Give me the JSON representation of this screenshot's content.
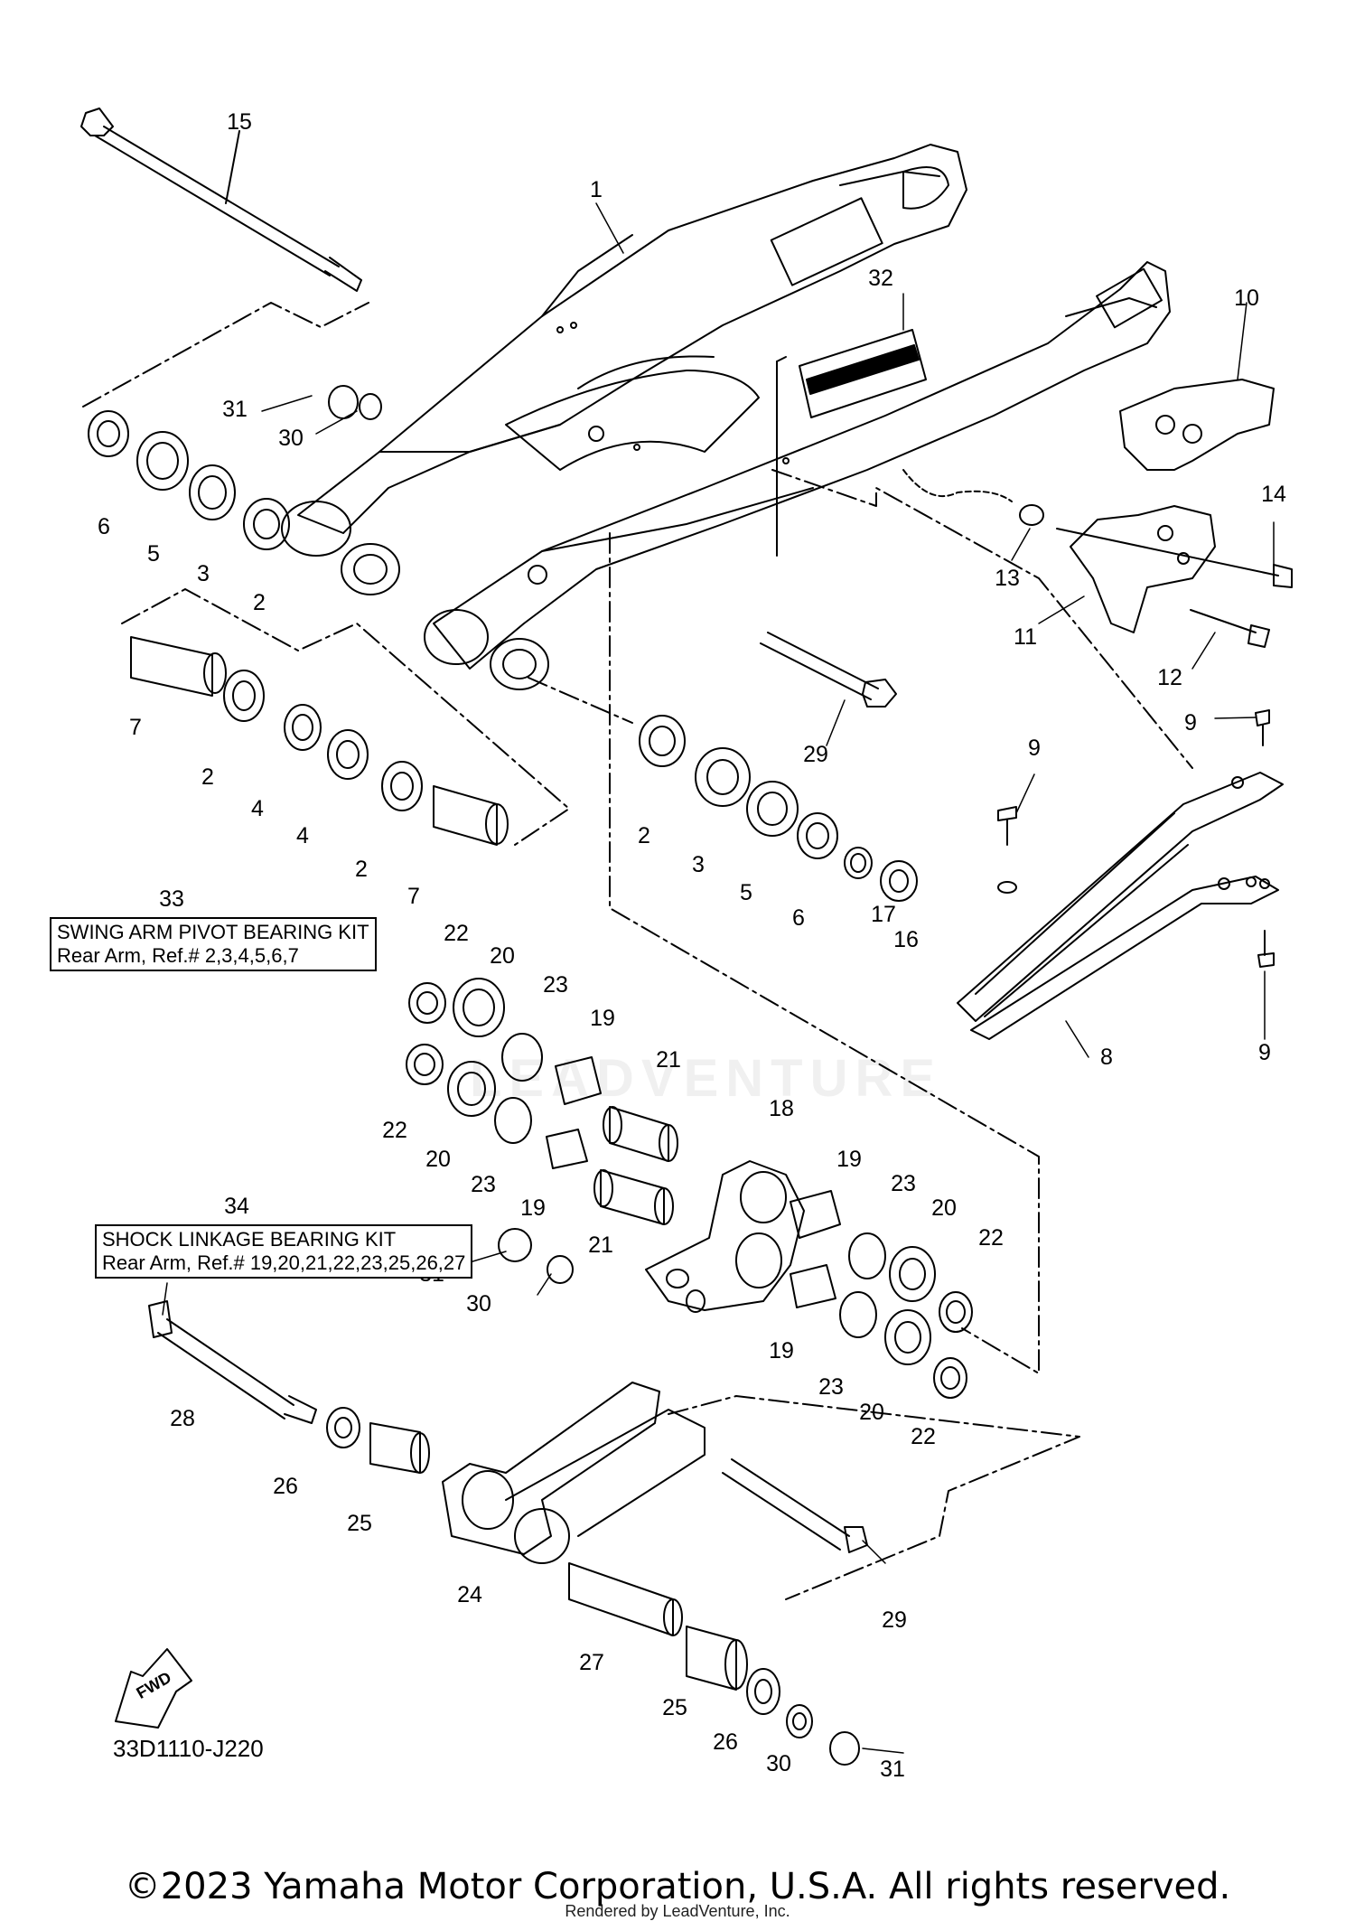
{
  "callouts": [
    {
      "id": "c15",
      "label": "15"
    },
    {
      "id": "c1",
      "label": "1"
    },
    {
      "id": "c32",
      "label": "32"
    },
    {
      "id": "c10",
      "label": "10"
    },
    {
      "id": "c31a",
      "label": "31"
    },
    {
      "id": "c30a",
      "label": "30"
    },
    {
      "id": "c6a",
      "label": "6"
    },
    {
      "id": "c5a",
      "label": "5"
    },
    {
      "id": "c3a",
      "label": "3"
    },
    {
      "id": "c2a",
      "label": "2"
    },
    {
      "id": "c14",
      "label": "14"
    },
    {
      "id": "c13",
      "label": "13"
    },
    {
      "id": "c11",
      "label": "11"
    },
    {
      "id": "c12",
      "label": "12"
    },
    {
      "id": "c7a",
      "label": "7"
    },
    {
      "id": "c2b",
      "label": "2"
    },
    {
      "id": "c4a",
      "label": "4"
    },
    {
      "id": "c4b",
      "label": "4"
    },
    {
      "id": "c2c",
      "label": "2"
    },
    {
      "id": "c7b",
      "label": "7"
    },
    {
      "id": "c29a",
      "label": "29"
    },
    {
      "id": "c9a",
      "label": "9"
    },
    {
      "id": "c9b",
      "label": "9"
    },
    {
      "id": "c2d",
      "label": "2"
    },
    {
      "id": "c3b",
      "label": "3"
    },
    {
      "id": "c5b",
      "label": "5"
    },
    {
      "id": "c6b",
      "label": "6"
    },
    {
      "id": "c17",
      "label": "17"
    },
    {
      "id": "c16",
      "label": "16"
    },
    {
      "id": "c33",
      "label": "33"
    },
    {
      "id": "c22a",
      "label": "22"
    },
    {
      "id": "c20a",
      "label": "20"
    },
    {
      "id": "c23a",
      "label": "23"
    },
    {
      "id": "c19a",
      "label": "19"
    },
    {
      "id": "c8",
      "label": "8"
    },
    {
      "id": "c9c",
      "label": "9"
    },
    {
      "id": "c22b",
      "label": "22"
    },
    {
      "id": "c20b",
      "label": "20"
    },
    {
      "id": "c23b",
      "label": "23"
    },
    {
      "id": "c21a",
      "label": "21"
    },
    {
      "id": "c18",
      "label": "18"
    },
    {
      "id": "c19b",
      "label": "19"
    },
    {
      "id": "c21b",
      "label": "21"
    },
    {
      "id": "c19c",
      "label": "19"
    },
    {
      "id": "c23c",
      "label": "23"
    },
    {
      "id": "c20c",
      "label": "20"
    },
    {
      "id": "c22c",
      "label": "22"
    },
    {
      "id": "c19d",
      "label": "19"
    },
    {
      "id": "c23d",
      "label": "23"
    },
    {
      "id": "c20d",
      "label": "20"
    },
    {
      "id": "c22d",
      "label": "22"
    },
    {
      "id": "c34",
      "label": "34"
    },
    {
      "id": "c28",
      "label": "28"
    },
    {
      "id": "c31b",
      "label": "31"
    },
    {
      "id": "c30b",
      "label": "30"
    },
    {
      "id": "c26a",
      "label": "26"
    },
    {
      "id": "c25a",
      "label": "25"
    },
    {
      "id": "c24",
      "label": "24"
    },
    {
      "id": "c29b",
      "label": "29"
    },
    {
      "id": "c27",
      "label": "27"
    },
    {
      "id": "c25b",
      "label": "25"
    },
    {
      "id": "c26b",
      "label": "26"
    },
    {
      "id": "c30c",
      "label": "30"
    },
    {
      "id": "c31c",
      "label": "31"
    }
  ],
  "kits": {
    "swing_arm": {
      "line1": "SWING ARM PIVOT BEARING KIT",
      "line2": "Rear Arm, Ref.# 2,3,4,5,6,7"
    },
    "shock_linkage": {
      "line1": "SHOCK LINKAGE BEARING KIT",
      "line2": "Rear Arm, Ref.# 19,20,21,22,23,25,26,27"
    }
  },
  "fwd_label": "FWD",
  "ref_code": "33D1110-J220",
  "copyright": "©2023 Yamaha Motor Corporation, U.S.A. All rights reserved.",
  "rendered_by": "Rendered by LeadVenture, Inc.",
  "watermark": "LEADVENTURE",
  "colors": {
    "ink": "#000000",
    "paper": "#ffffff"
  }
}
